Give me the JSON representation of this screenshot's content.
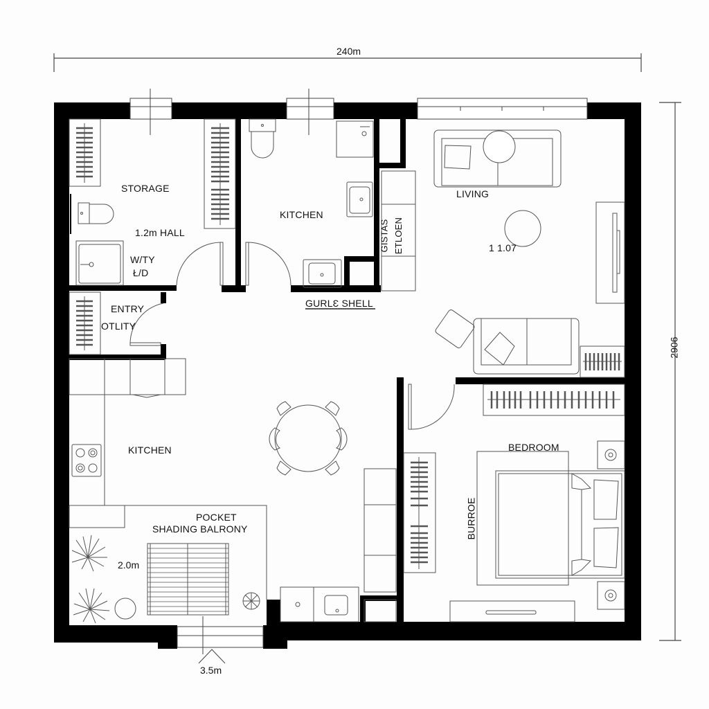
{
  "dimensions": {
    "top_width": "240m",
    "right_height": "2906",
    "bottom_opening": "3.5m",
    "balcony_depth": "2.0m"
  },
  "rooms": {
    "storage": "STORAGE",
    "hall": "1.2m HALL",
    "wty_line1": "W/TY",
    "wty_line2": "Ł/D",
    "kitchen_upper": "KITCHEN",
    "gurle_shell": "GURLƐ SHELL",
    "gistas": "GISTAS",
    "etloen": "ETLOEN",
    "living": "LIVING",
    "living_code": "1 1.07",
    "entry": "ENTRY",
    "utility": "OTLITY",
    "kitchen_lower": "KITCHEN",
    "pocket": "POCKET",
    "balcony": "SHADING BALRONY",
    "bedroom": "BEDROOM",
    "burroe": "BURROE"
  },
  "colors": {
    "wall": "#000000",
    "line": "#444444",
    "background": "#fdfdfd"
  }
}
